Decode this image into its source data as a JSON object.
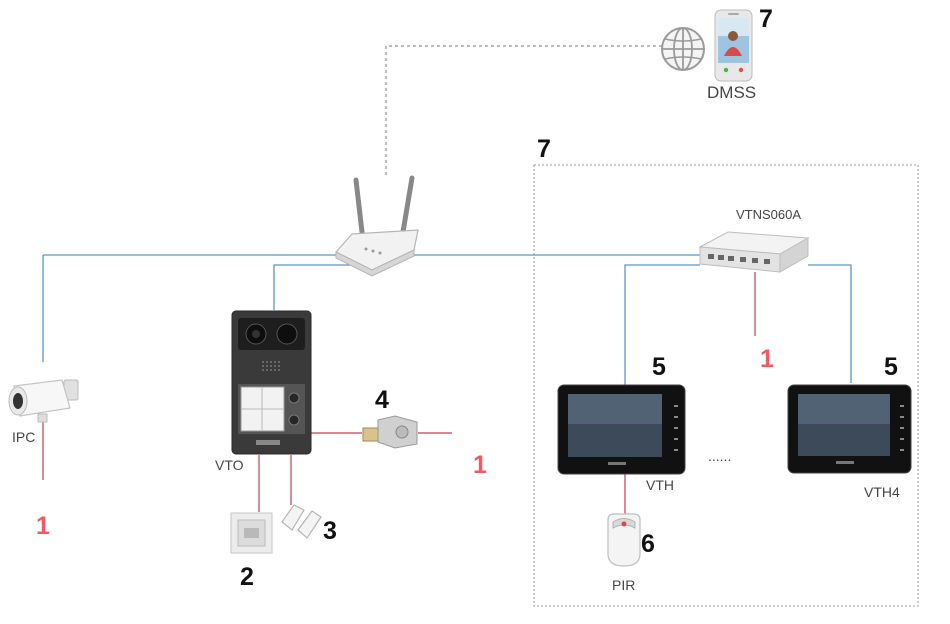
{
  "colors": {
    "network_line": "#5b96c4",
    "power_line": "#c0404f",
    "accent_number": "#ef5a63",
    "label_text": "#444444",
    "number_text": "#111111",
    "dashed_box": "#9a9a9a"
  },
  "labels": {
    "dmss": "DMSS",
    "vtns": "VTNS060A",
    "ipc": "IPC",
    "vto": "VTO",
    "vth": "VTH",
    "vth4": "VTH4",
    "pir": "PIR",
    "ellipsis": "......"
  },
  "numbers": {
    "phone": "7",
    "group": "7",
    "lock": "4",
    "card": "2",
    "door_sensor": "3",
    "vth": "5",
    "vth4": "5",
    "pir": "6",
    "ipc_power": "1",
    "lock_power": "1",
    "switch_power": "1"
  },
  "icons": {
    "globe": "globe-icon",
    "phone": "smartphone-icon",
    "router": "wifi-router-icon",
    "switch": "network-switch-icon",
    "camera": "bullet-camera-icon",
    "door_station": "door-station-icon",
    "monitor": "indoor-monitor-icon",
    "lock": "electric-lock-icon",
    "card": "card-reader-icon",
    "sensor": "door-sensor-icon",
    "pir": "pir-detector-icon"
  }
}
